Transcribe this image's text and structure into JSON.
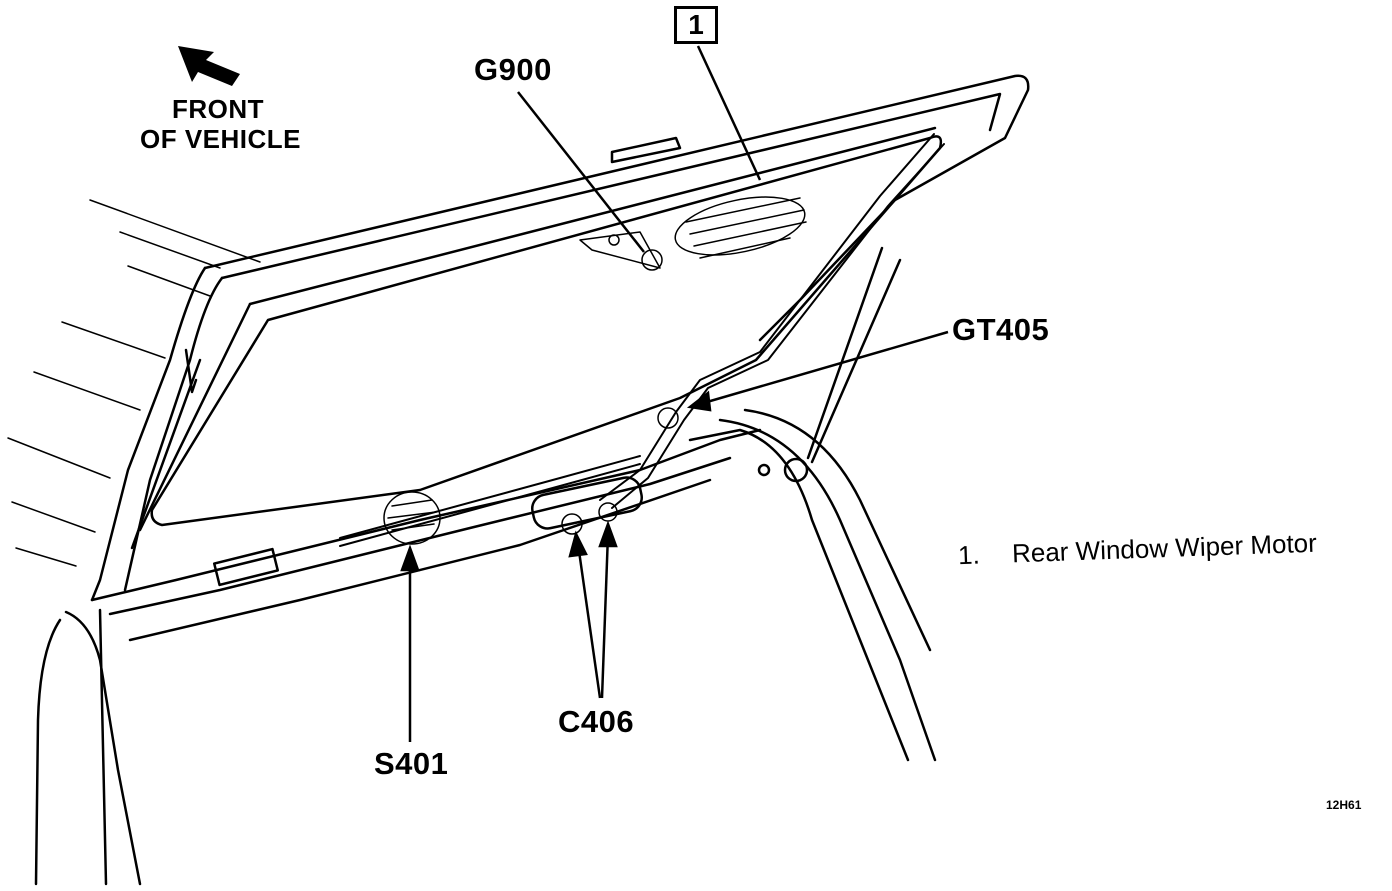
{
  "orientation": {
    "line1": "FRONT",
    "line2": "OF VEHICLE",
    "icon": "arrow-up-left-icon"
  },
  "callouts": {
    "box_number": "1",
    "g900": "G900",
    "gt405": "GT405",
    "c406": "C406",
    "s401": "S401"
  },
  "legend": [
    {
      "number": "1.",
      "text": "Rear Window Wiper Motor"
    }
  ],
  "figure_id": "12H61"
}
